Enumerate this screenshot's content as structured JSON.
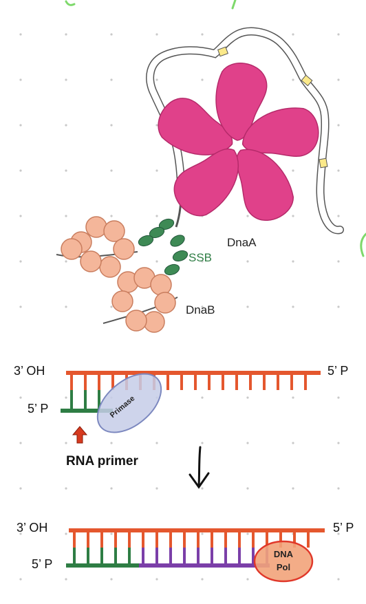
{
  "diagram": {
    "top_panel": {
      "labels": {
        "dnaa": "DnaA",
        "ssb": "SSB",
        "dnab": "DnaB"
      },
      "colors": {
        "dnaa_fill": "#e0418a",
        "dnaa_stroke": "#b52a6a",
        "ssb_fill": "#3e8a55",
        "dnab_fill": "#f4b69a",
        "dnab_stroke": "#c97d5e",
        "dna_strand": "#444444",
        "loop_fill": "#ffffff",
        "loop_marker": "#fbe98a"
      }
    },
    "middle_panel": {
      "labels": {
        "top_left": "3’ OH",
        "top_right": "5’ P",
        "bottom_left": "5’ P",
        "enzyme": "Primase",
        "primer": "RNA primer",
        "arrow": "↓"
      },
      "colors": {
        "template": "#e4572e",
        "primer": "#2e7d44",
        "primase_fill": "#c6cde8",
        "primase_stroke": "#7c88bf",
        "up_arrow": "#d63a1f"
      }
    },
    "bottom_panel": {
      "labels": {
        "top_left": "3’ OH",
        "top_right": "5’ P",
        "bottom_left": "5’ P",
        "enzyme_line1": "DNA",
        "enzyme_line2": "Pol"
      },
      "colors": {
        "template": "#e4572e",
        "primer": "#2e7d44",
        "new_strand": "#7b3fa8",
        "pol_fill": "#f2a37a",
        "pol_stroke": "#e0382a"
      }
    },
    "decoration": {
      "handwriting_color": "#7ed96b"
    }
  }
}
